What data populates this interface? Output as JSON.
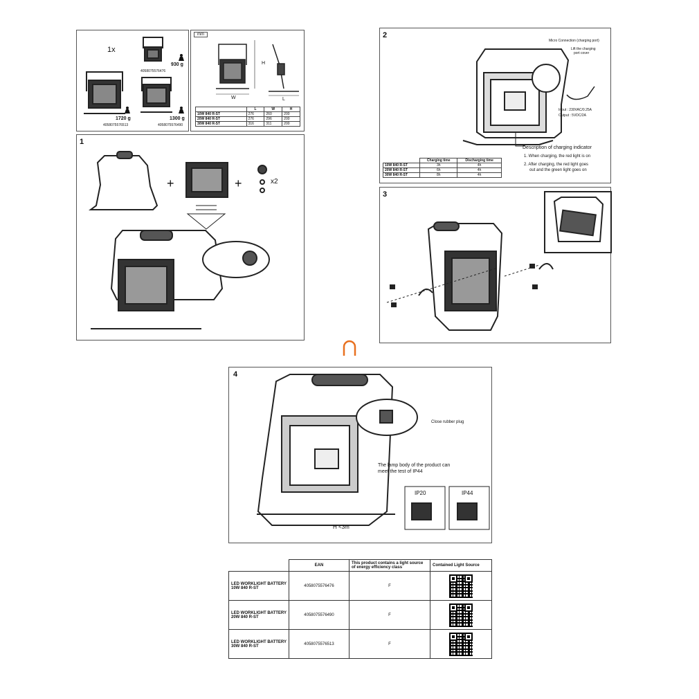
{
  "weights": {
    "qty": "1x",
    "items": [
      {
        "weight": "930 g",
        "ean": "4058075576476"
      },
      {
        "weight": "1720 g",
        "ean": "4058075576513"
      },
      {
        "weight": "1300 g",
        "ean": "4058075576490"
      }
    ]
  },
  "dimensions": {
    "unit": "mm",
    "label_h": "H",
    "label_w": "W",
    "label_l": "L",
    "headers": [
      "",
      "L",
      "W",
      "H"
    ],
    "rows": [
      [
        "10W 840 R-ST",
        "276",
        "260",
        "200"
      ],
      [
        "20W 840 R-ST",
        "276",
        "296",
        "200"
      ],
      [
        "30W 840 R-ST",
        "316",
        "311",
        "200"
      ]
    ]
  },
  "step1": {
    "num": "1",
    "qty": "x2"
  },
  "step2": {
    "num": "2",
    "micro": "Micro Connection (charging port)",
    "lift1": "Lift the charging",
    "lift2": "port cover",
    "input": "Input : 230VAC/0.25A",
    "output": "Output : 5VDC/2A",
    "desc": "Description of charging indicator",
    "note1": "1. When charging, the red light is on",
    "note2a": "2. After charging, the red light goes",
    "note2b": "out and the green light goes on",
    "headers": [
      "",
      "Charging time",
      "Discharging time"
    ],
    "rows": [
      [
        "10W 840 R-ST",
        "3h",
        "4h"
      ],
      [
        "20W 840 R-ST",
        "6h",
        "4h"
      ],
      [
        "30W 840 R-ST",
        "8h",
        "4h"
      ]
    ]
  },
  "step3": {
    "num": "3"
  },
  "step4": {
    "num": "4",
    "close": "Close  rubber plug",
    "ip1": "The lamp body of the product can",
    "ip2": "meet the test of IP44",
    "height": "H <3m",
    "ip20": "IP20",
    "ip44": "IP44"
  },
  "ean_table": {
    "headers": [
      "",
      "EAN",
      "This product contains a light source of energy efficiency class",
      "Contained Light Source"
    ],
    "rows": [
      {
        "product": "LED WORKLIGHT BATTERY 10W 840 R-ST",
        "ean": "4058075576476",
        "class": "F"
      },
      {
        "product": "LED WORKLIGHT BATTERY 20W 840 R-ST",
        "ean": "4058075576490",
        "class": "F"
      },
      {
        "product": "LED WORKLIGHT BATTERY 30W 840 R-ST",
        "ean": "4058075576513",
        "class": "F"
      }
    ]
  },
  "colors": {
    "accent": "#e8701f",
    "line": "#333333"
  },
  "icons": {
    "divider": "orange-arch-icon"
  }
}
